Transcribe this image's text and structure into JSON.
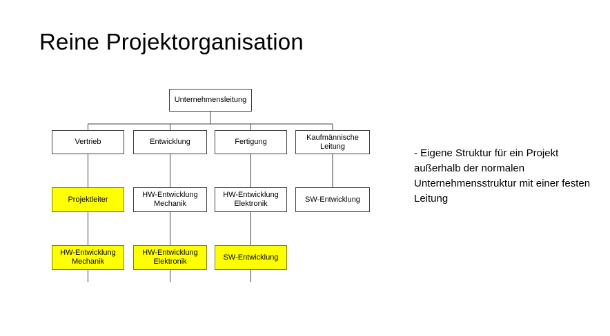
{
  "page": {
    "title": "Reine Projektorganisation"
  },
  "note": {
    "text": "- Eigene Struktur für ein Projekt außerhalb der normalen Unternehmensstruktur mit einer festen Leitung"
  },
  "org_chart": {
    "colors": {
      "highlight_fill": "#FFFF00",
      "highlight_border": "#808000",
      "box_border": "#3F3F3F",
      "line_color": "#404040"
    },
    "row1": [
      {
        "label": "Unternehmensleitung",
        "highlight": false
      }
    ],
    "row2": [
      {
        "label": "Vertrieb",
        "highlight": false
      },
      {
        "label": "Entwicklung",
        "highlight": false
      },
      {
        "label": "Fertigung",
        "highlight": false
      },
      {
        "label": "Kaufmännische Leitung",
        "highlight": false
      }
    ],
    "row3": [
      {
        "label": "Projektleiter",
        "highlight": true
      },
      {
        "label": "HW-Entwicklung Mechanik",
        "highlight": false
      },
      {
        "label": "HW-Entwicklung Elektronik",
        "highlight": false
      },
      {
        "label": "SW-Entwicklung",
        "highlight": false
      }
    ],
    "row4": [
      {
        "label": "HW-Entwicklung Mechanik",
        "highlight": true
      },
      {
        "label": "HW-Entwicklung Elektronik",
        "highlight": true
      },
      {
        "label": "SW-Entwicklung",
        "highlight": true
      }
    ]
  }
}
